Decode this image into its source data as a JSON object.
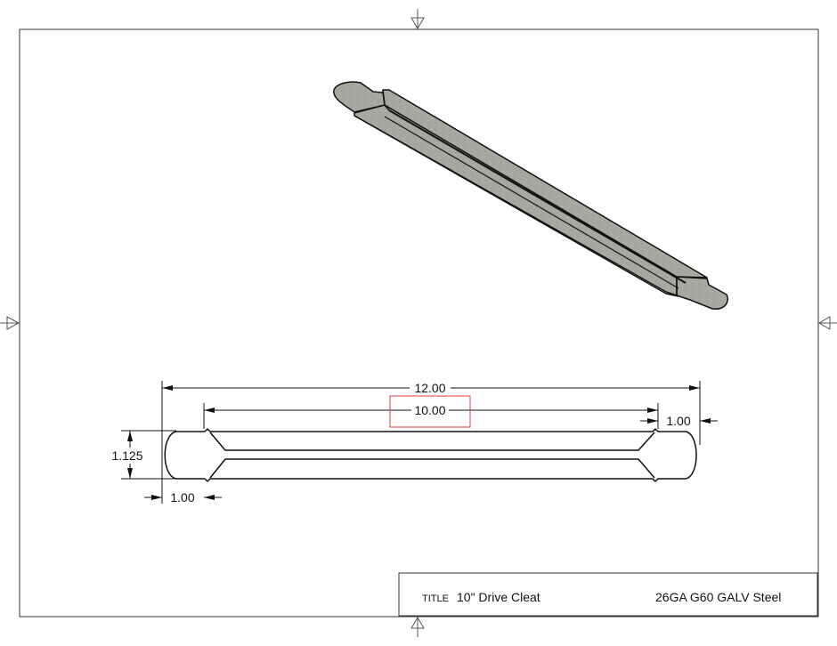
{
  "title_block": {
    "label": "TITLE",
    "title": "10\" Drive Cleat",
    "material": "26GA G60 GALV Steel"
  },
  "dimensions": {
    "overall_length": "12.00",
    "inner_length": "10.00",
    "right_tab_length": "1.00",
    "left_tab_length": "1.00",
    "height": "1.125"
  },
  "highlight": {
    "target": "inner_length",
    "color": "#e03c3c"
  },
  "views": {
    "isometric": "isometric-view",
    "top": "top-view"
  },
  "colors": {
    "line": "#111111",
    "border": "#333333",
    "steel_fill": "#a6a69c",
    "steel_fill_dark": "#96968c"
  }
}
